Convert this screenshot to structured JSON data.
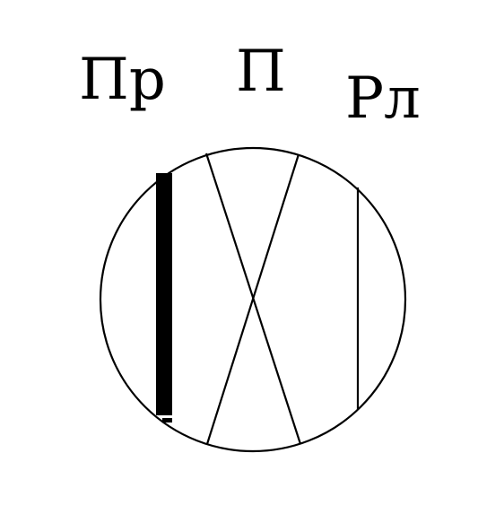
{
  "labels": {
    "left": "Пр",
    "middle": "П",
    "right": "Рл"
  },
  "colors": {
    "ink": "#000000",
    "background": "#ffffff"
  }
}
